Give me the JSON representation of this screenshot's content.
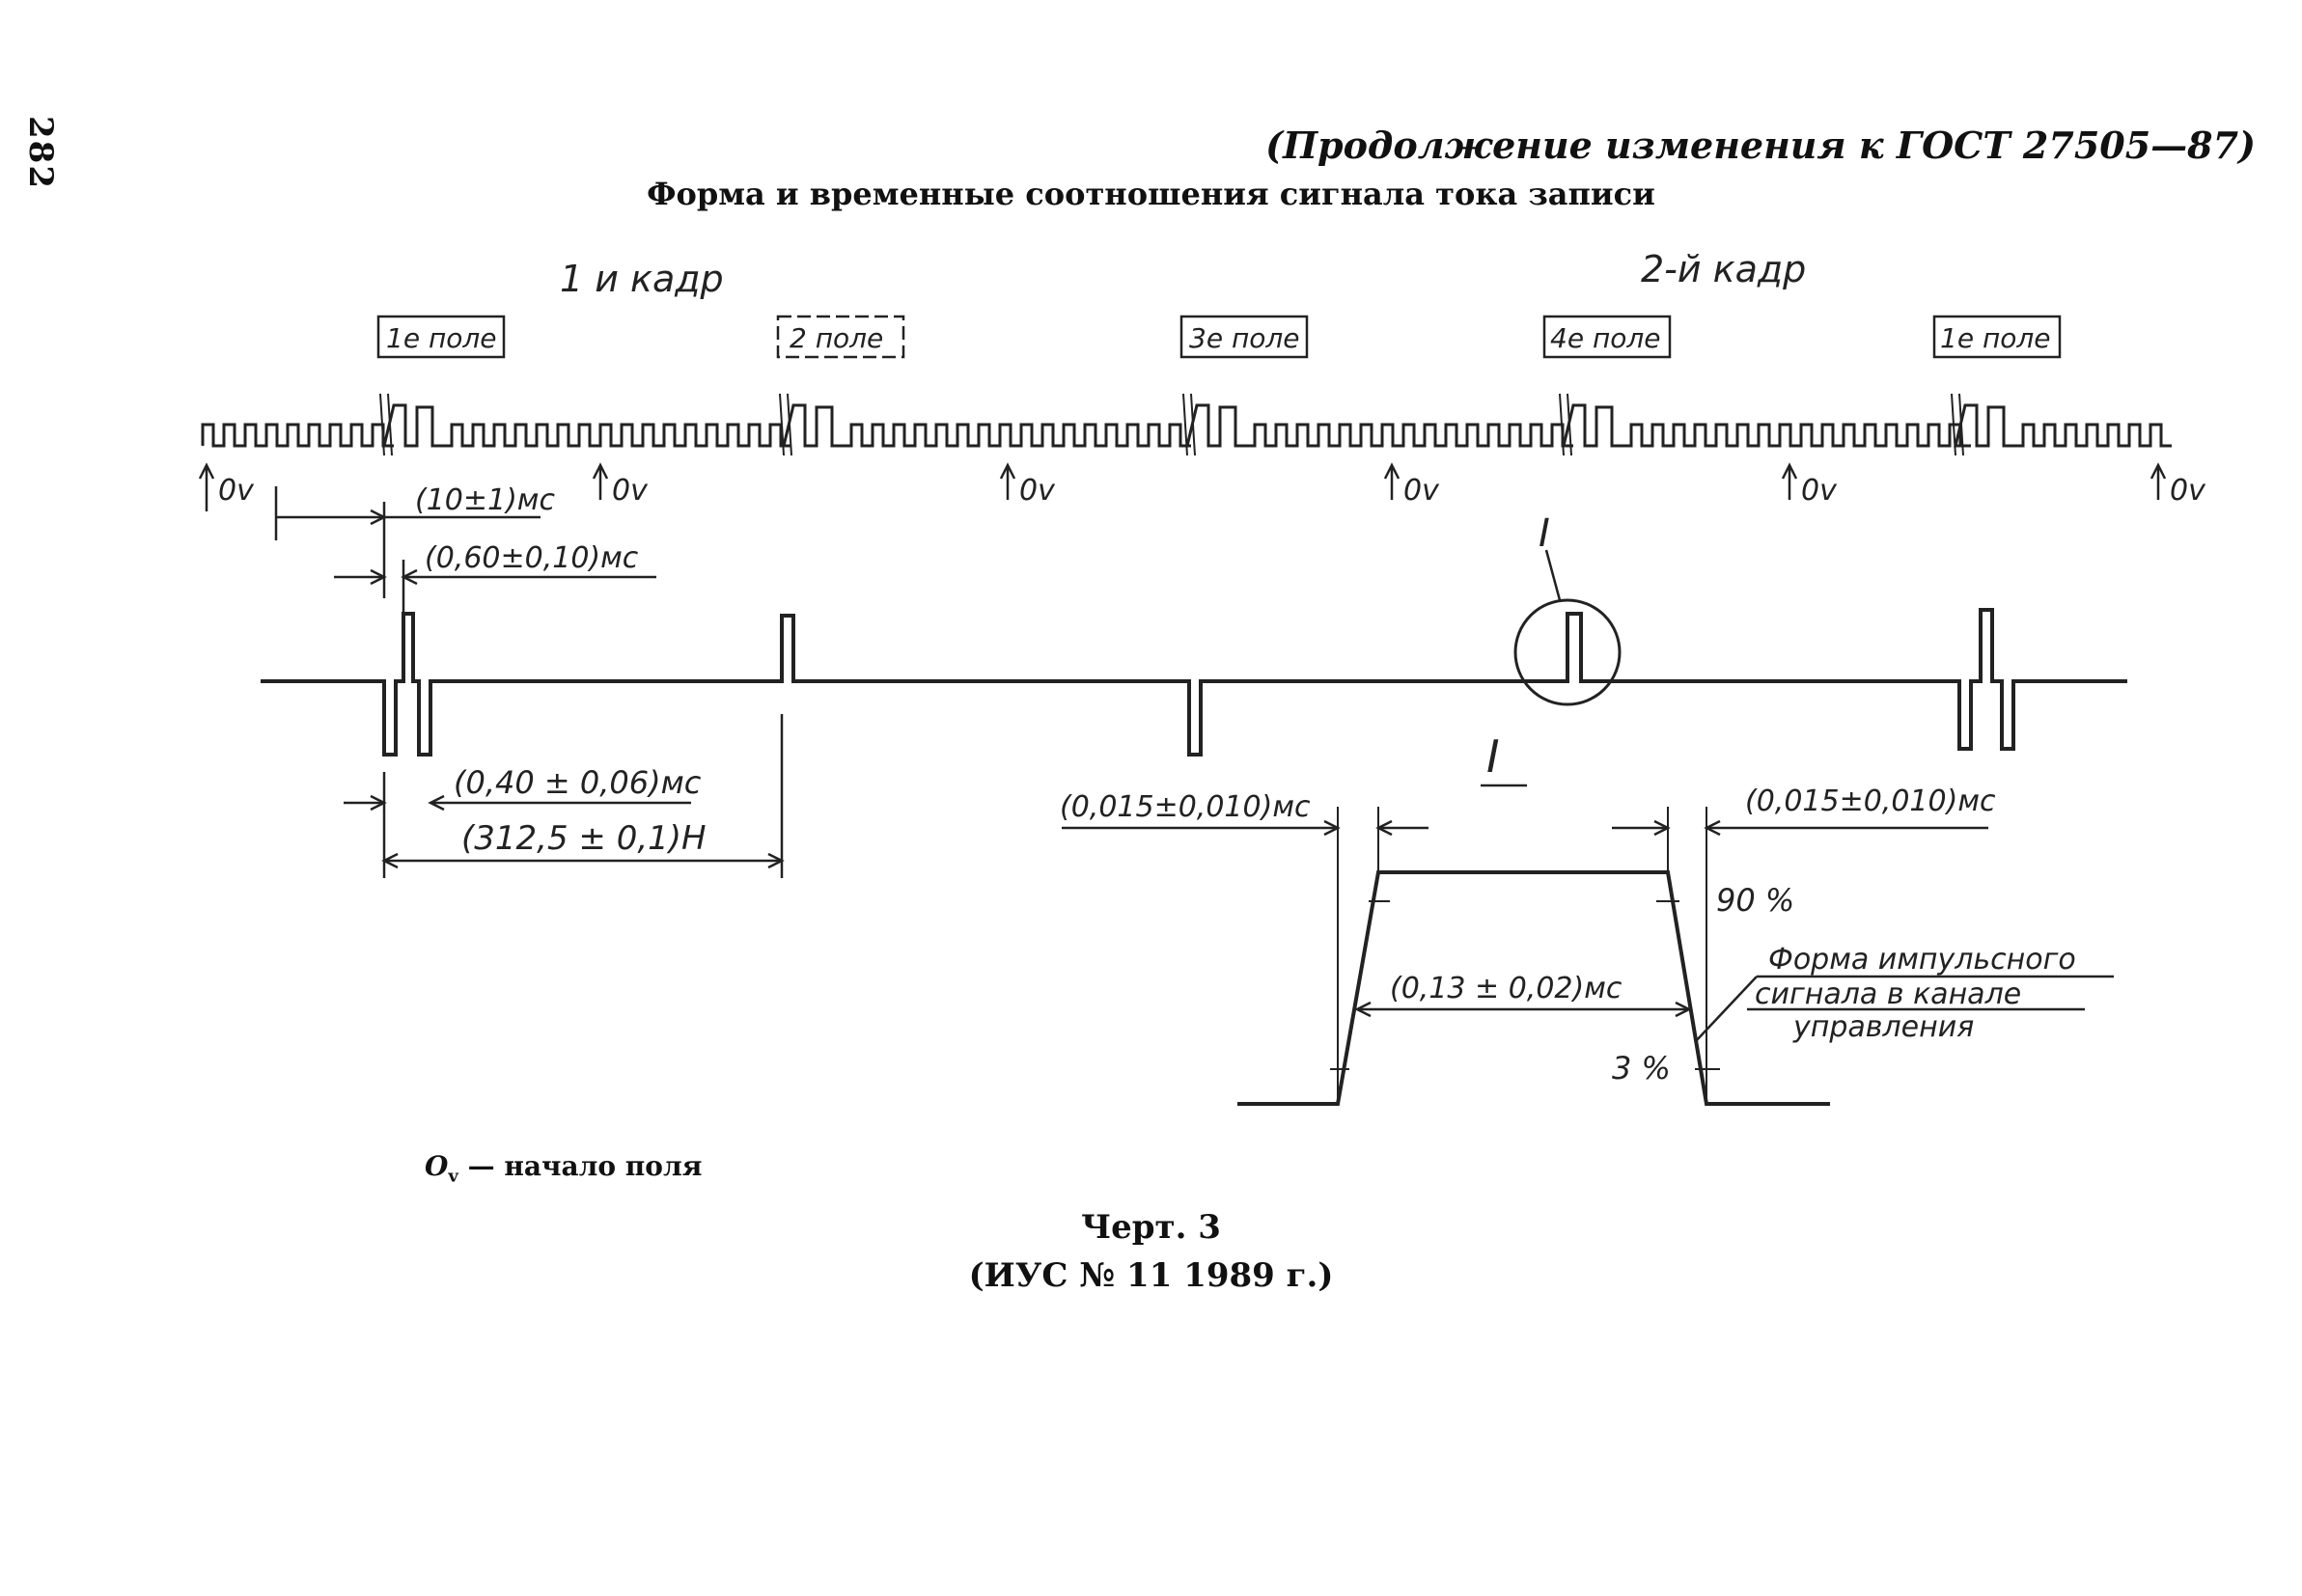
{
  "page_number": "282",
  "header": {
    "continuation": "(Продолжение изменения к ГОСТ 27505—87)",
    "title": "Форма и временные соотношения сигнала тока записи"
  },
  "frames": {
    "frame1": "1 и кадр",
    "frame2": "2-й кадр"
  },
  "fields": [
    "1е поле",
    "2 поле",
    "3е поле",
    "4е поле",
    "1е поле"
  ],
  "ov_marks": [
    "0v",
    "0v",
    "0v",
    "0v",
    "0v",
    "0v"
  ],
  "dimensions": {
    "d1": "(10±1)мс",
    "d2": "(0,60±0,10)мс",
    "d3": "(0,40 ± 0,06)мс",
    "d4": "(312,5 ± 0,1)Н",
    "rise": "(0,015±0,010)мс",
    "fall": "(0,015±0,010)мс",
    "width": "(0,13 ± 0,02)мс"
  },
  "detail": {
    "callout": "I",
    "title": "I",
    "level_high": "90 %",
    "level_low": "3 %",
    "note_line1": "Форма импульсного",
    "note_line2": "сигнала в канале",
    "note_line3": "управления"
  },
  "legend": {
    "symbol": "O",
    "sub": "v",
    "text": " — начало поля"
  },
  "footer": {
    "chert": "Черт. 3",
    "ius": "(ИУС № 11 1989 г.)"
  }
}
